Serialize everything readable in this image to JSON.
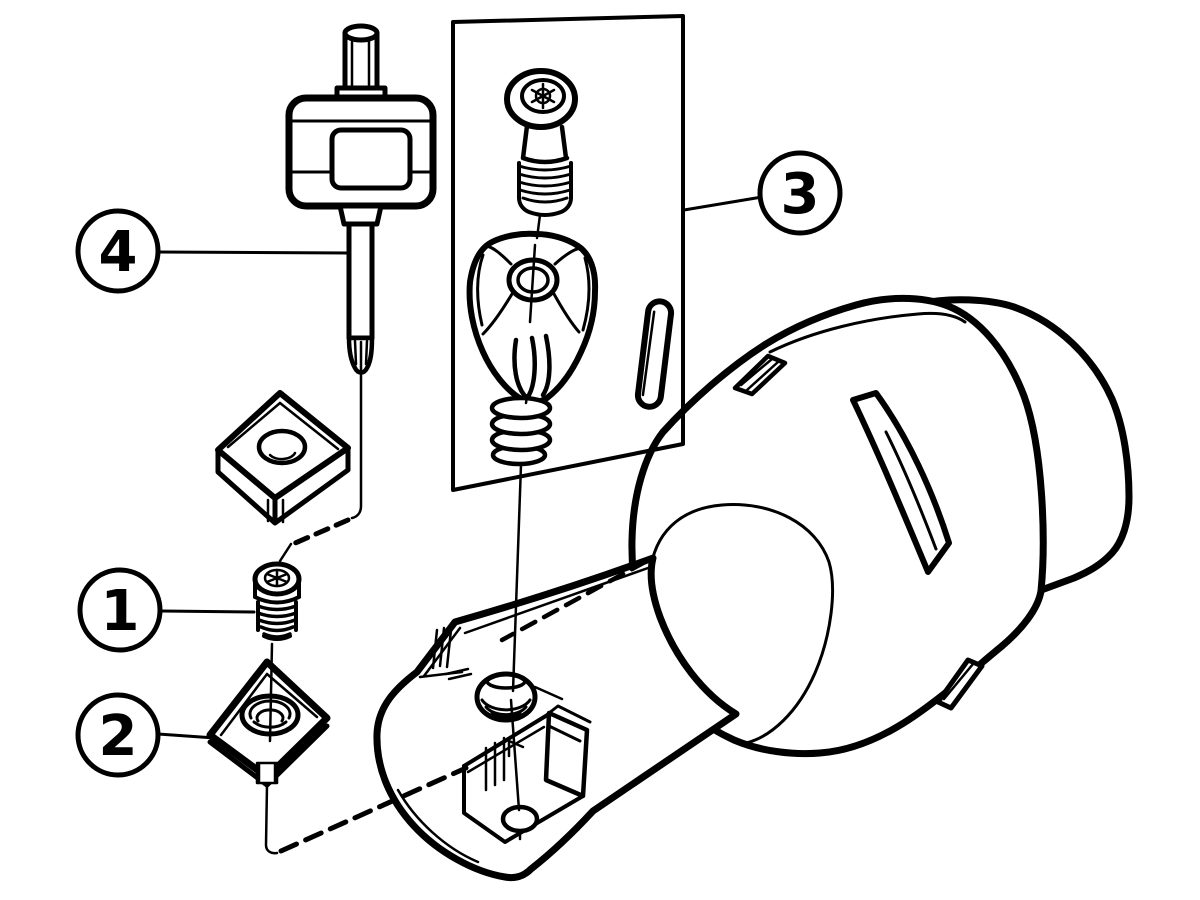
{
  "figure": {
    "type": "exploded-assembly-diagram",
    "background": "#ffffff",
    "line_color": "#000000",
    "callouts": [
      {
        "id": "callout-1",
        "label": "1"
      },
      {
        "id": "callout-2",
        "label": "2"
      },
      {
        "id": "callout-3",
        "label": "3"
      },
      {
        "id": "callout-4",
        "label": "4"
      }
    ]
  }
}
